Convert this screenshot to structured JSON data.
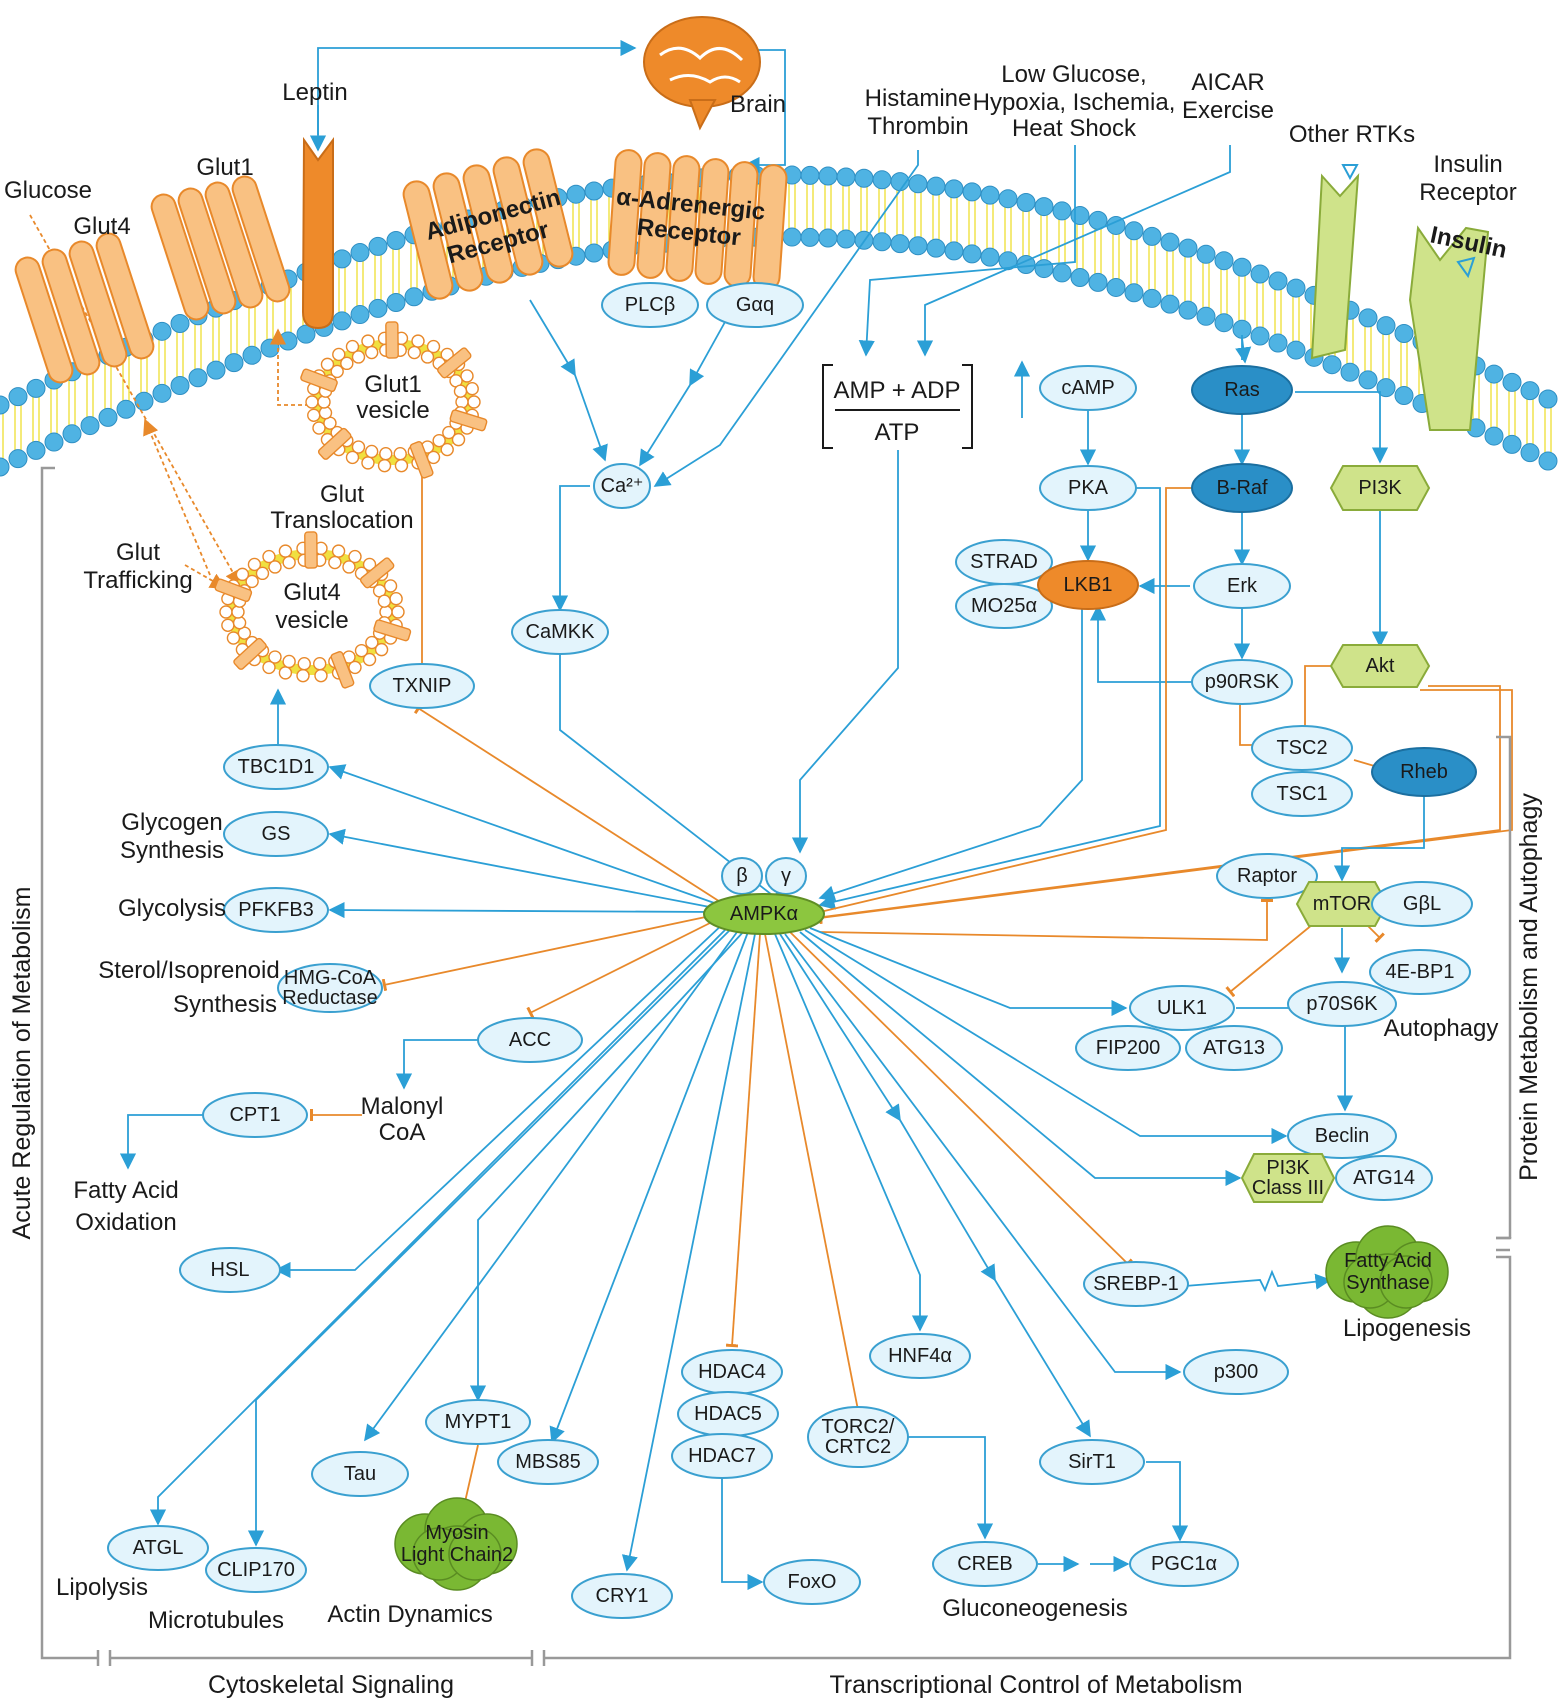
{
  "colors": {
    "blue_line": "#2b9fd6",
    "orange_line": "#e8892b",
    "node_fill": "#e3f4fc",
    "node_stroke": "#3aa0d0",
    "dark_node": "#2a8fc7",
    "green_node": "#cfe38a",
    "green_stroke": "#8aab3a",
    "orange_node": "#ee8a2a",
    "membrane_bead": "#4fb3e3",
    "membrane_tail": "#f0e040",
    "receptor": "#f9c182",
    "receptor_stroke": "#e8892b",
    "rtk": "#cfe38a"
  },
  "labels": {
    "leptin": "Leptin",
    "brain": "Brain",
    "glut1": "Glut1",
    "glut4": "Glut4",
    "glucose": "Glucose",
    "histamine1": "Histamine",
    "histamine2": "Thrombin",
    "lowglucose1": "Low Glucose,",
    "lowglucose2": "Hypoxia, Ischemia,",
    "lowglucose3": "Heat Shock",
    "aicar1": "AICAR",
    "aicar2": "Exercise",
    "other_rtks": "Other RTKs",
    "insulin_receptor1": "Insulin",
    "insulin_receptor2": "Receptor",
    "insulin": "Insulin",
    "adiponectin1": "Adiponectin",
    "adiponectin2": "Receptor",
    "alpha_adrenergic1": "α-Adrenergic",
    "alpha_adrenergic2": "Receptor",
    "glut1_vesicle1": "Glut1",
    "glut1_vesicle2": "vesicle",
    "glut4_vesicle1": "Glut4",
    "glut4_vesicle2": "vesicle",
    "glut_translocation1": "Glut",
    "glut_translocation2": "Translocation",
    "glut_trafficking1": "Glut",
    "glut_trafficking2": "Trafficking",
    "amp_top": "AMP + ADP",
    "amp_bottom": "ATP",
    "glycogen1": "Glycogen",
    "glycogen2": "Synthesis",
    "glycolysis": "Glycolysis",
    "sterol1": "Sterol/Isoprenoid",
    "sterol2": "Synthesis",
    "malonyl1": "Malonyl",
    "malonyl2": "CoA",
    "fatty_acid_ox1": "Fatty Acid",
    "fatty_acid_ox2": "Oxidation",
    "lipolysis": "Lipolysis",
    "microtubules": "Microtubules",
    "actin": "Actin Dynamics",
    "gluconeogenesis": "Gluconeogenesis",
    "lipogenesis": "Lipogenesis",
    "autophagy": "Autophagy",
    "left_section": "Acute Regulation of Metabolism",
    "right_section": "Protein Metabolism and Autophagy",
    "bottom_left": "Cytoskeletal Signaling",
    "bottom_right": "Transcriptional Control of Metabolism"
  },
  "nodes": {
    "plcb": "PLCβ",
    "gaq": "Gαq",
    "ca": "Ca²⁺",
    "camkk": "CaMKK",
    "camp": "cAMP",
    "pka": "PKA",
    "strad": "STRAD",
    "mo25": "MO25α",
    "lkb1": "LKB1",
    "ras": "Ras",
    "braf": "B-Raf",
    "pi3k": "PI3K",
    "erk": "Erk",
    "p90rsk": "p90RSK",
    "akt": "Akt",
    "tsc2": "TSC2",
    "tsc1": "TSC1",
    "rheb": "Rheb",
    "raptor": "Raptor",
    "mtor": "mTOR",
    "gbl": "GβL",
    "ebp1": "4E-BP1",
    "p70s6k": "p70S6K",
    "ulk1": "ULK1",
    "fip200": "FIP200",
    "atg13": "ATG13",
    "beclin": "Beclin",
    "pi3k_class3": "PI3K Class III",
    "pi3k_class3_a": "PI3K",
    "pi3k_class3_b": "Class III",
    "atg14": "ATG14",
    "srebp1": "SREBP-1",
    "fas_a": "Fatty Acid",
    "fas_b": "Synthase",
    "p300": "p300",
    "hnf4a": "HNF4α",
    "sirt1": "SirT1",
    "pgc1a": "PGC1α",
    "creb": "CREB",
    "torc2_a": "TORC2/",
    "torc2_b": "CRTC2",
    "hdac4": "HDAC4",
    "hdac5": "HDAC5",
    "hdac7": "HDAC7",
    "foxo": "FoxO",
    "cry1": "CRY1",
    "mypt1": "MYPT1",
    "mbs85": "MBS85",
    "mlc_a": "Myosin",
    "mlc_b": "Light Chain2",
    "tau": "Tau",
    "clip170": "CLIP170",
    "atgl": "ATGL",
    "hsl": "HSL",
    "cpt1": "CPT1",
    "acc": "ACC",
    "hmg_a": "HMG-CoA",
    "hmg_b": "Reductase",
    "pfkfb3": "PFKFB3",
    "gs": "GS",
    "tbc1d1": "TBC1D1",
    "txnip": "TXNIP",
    "ampk_alpha": "AMPKα",
    "ampk_beta": "β",
    "ampk_gamma": "γ"
  }
}
